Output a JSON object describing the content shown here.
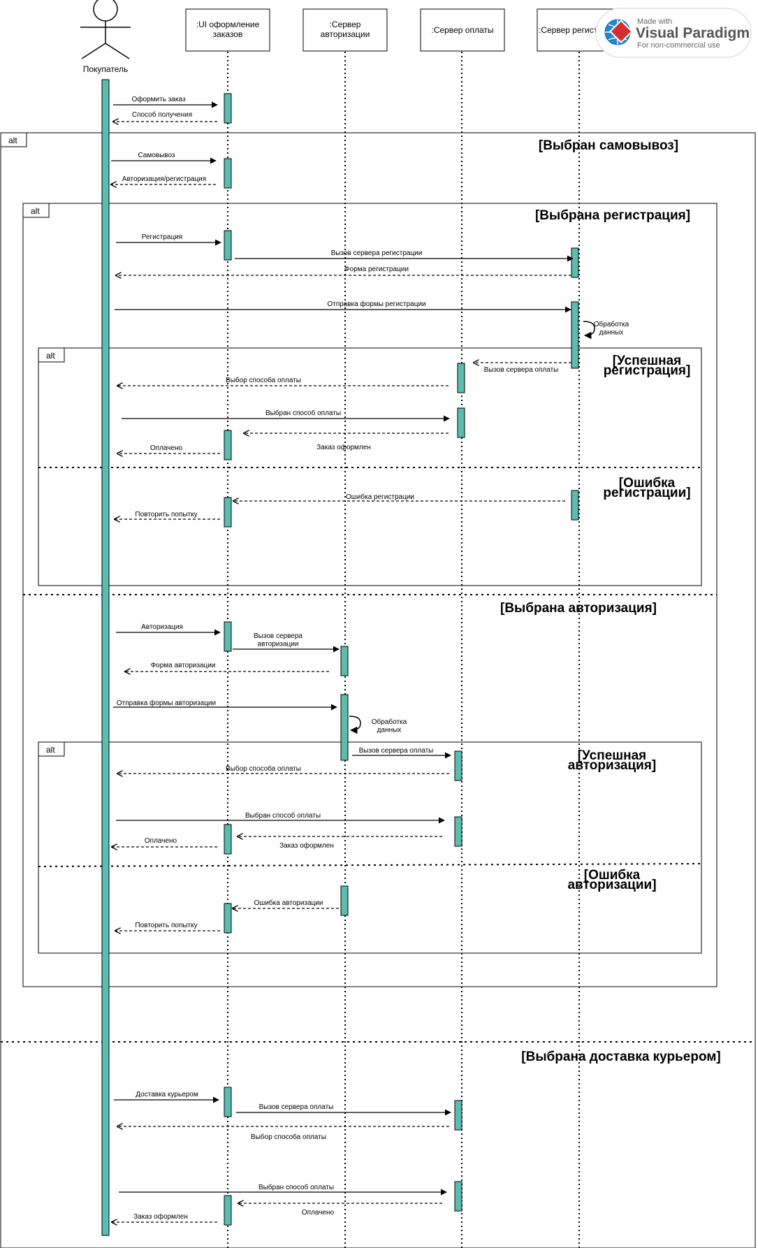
{
  "actor": {
    "name": "Покупатель"
  },
  "lifelines": {
    "ui": {
      "name": ":UI оформление\nзаказов"
    },
    "auth": {
      "name": ":Сервер\nавторизации"
    },
    "pay": {
      "name": ":Сервер оплаты"
    },
    "reg": {
      "name": ":Сервер регист"
    }
  },
  "watermark": {
    "line1": "Made with",
    "line2": "Visual Paradigm",
    "line3": "For non-commercial use"
  },
  "frames": {
    "f1": {
      "tag": "alt",
      "guard": "[Выбран самовывоз]",
      "guard2": "[Выбрана доставка курьером]"
    },
    "f2": {
      "tag": "alt",
      "guard": "[Выбрана регистрация]",
      "guard2": "[Выбрана авторизация]"
    },
    "f3": {
      "tag": "alt",
      "guard": "[Успешная\nрегистрация]",
      "guard2": "[Ошибка\nрегистрации]"
    },
    "f4": {
      "tag": "alt",
      "guard": "[Успешная\nавторизация]",
      "guard2": "[Ошибка\nавторизации]"
    }
  },
  "messages": [
    "Оформить заказ",
    "Способ получения",
    "Самовывоз",
    "Авторизация/регистрация",
    "Регистрация",
    "Вызов сервера регистрации",
    "Форма регистрации",
    "Отправка формы регистрации",
    "Обработка\nданных",
    "Вызов сервера оплаты",
    "Выбор способа оплаты",
    "Выбран способ оплаты",
    "Заказ оформлен",
    "Оплачено",
    "Ошибка регистрации",
    "Повторить попытку",
    "Авторизация",
    "Вызов сервера\nавторизации",
    "Форма авторизации",
    "Отправка формы авторизации",
    "Обработка\nданных",
    "Вызов сервера оплаты",
    "Выбор способа оплаты",
    "Выбран способ оплаты",
    "Заказ оформлен",
    "Оплачено",
    "Ошибка авторизации",
    "Повторить попытку",
    "Доставка курьером",
    "Вызов сервера оплаты",
    "Выбор способа оплаты",
    "Выбран способ оплаты",
    "Оплачено",
    "Заказ оформлен"
  ],
  "colors": {
    "activation": "#5bbcb0",
    "stroke": "#000000"
  }
}
